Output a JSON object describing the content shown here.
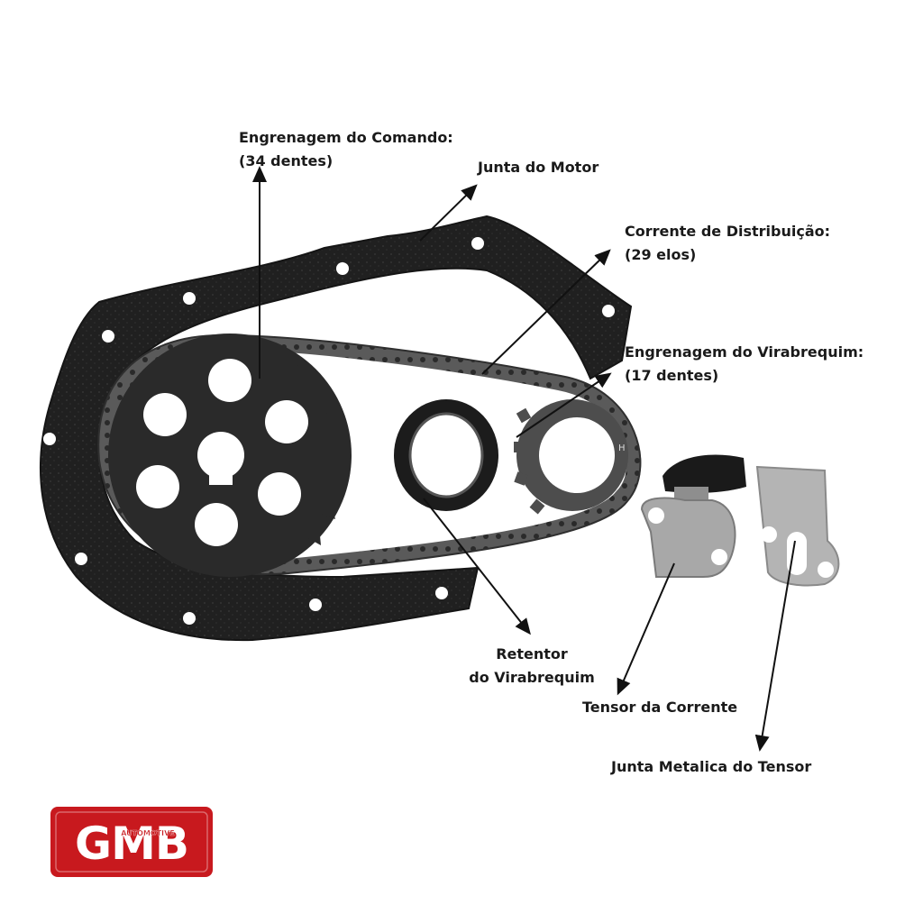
{
  "labels": {
    "cam_gear": {
      "line1": "Engrenagem do Comando:",
      "line2": "(34 dentes)"
    },
    "engine_gasket": {
      "line1": "Junta do Motor"
    },
    "timing_chain": {
      "line1": "Corrente de Distribuição:",
      "line2": "(29 elos)"
    },
    "crank_gear": {
      "line1": "Engrenagem do Virabrequim:",
      "line2": "(17 dentes)"
    },
    "crank_seal": {
      "line1": "Retentor",
      "line2": "do Virabrequim"
    },
    "chain_tensioner": {
      "line1": "Tensor da Corrente"
    },
    "tensioner_gasket": {
      "line1": "Junta Metalica do Tensor"
    }
  },
  "logo": {
    "main_text": "GMB",
    "sub_text": "AUTOMOTIVE",
    "color": "#c8191e"
  },
  "colors": {
    "gasket": "#1e1e1e",
    "chain": "#4a4a4a",
    "tensioner_body": "#a8a8a8",
    "metal_gasket": "#b4b4b4"
  }
}
